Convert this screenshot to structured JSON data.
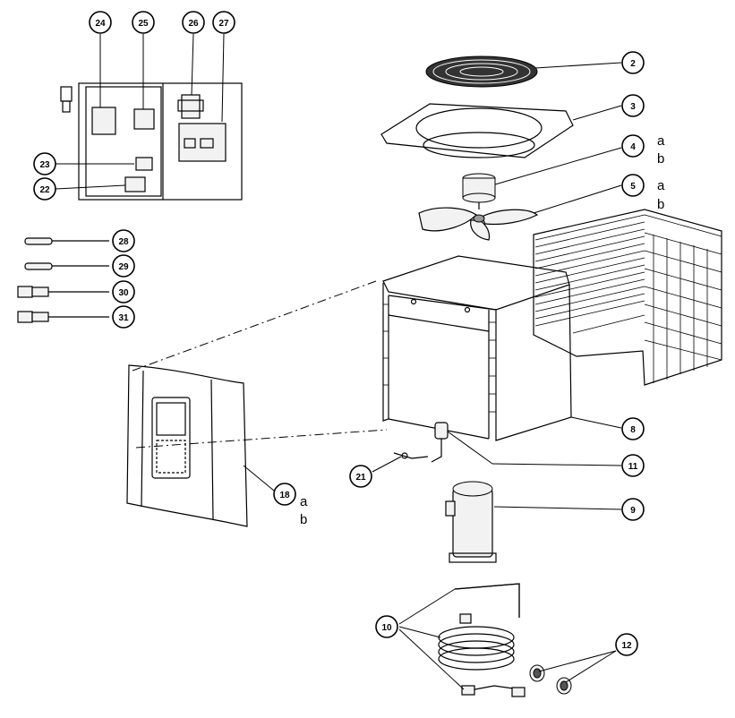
{
  "diagram": {
    "callouts": [
      {
        "id": "c24",
        "label": "24"
      },
      {
        "id": "c25",
        "label": "25"
      },
      {
        "id": "c26",
        "label": "26"
      },
      {
        "id": "c27",
        "label": "27"
      },
      {
        "id": "c23",
        "label": "23"
      },
      {
        "id": "c22",
        "label": "22"
      },
      {
        "id": "c28",
        "label": "28"
      },
      {
        "id": "c29",
        "label": "29"
      },
      {
        "id": "c30",
        "label": "30"
      },
      {
        "id": "c31",
        "label": "31"
      },
      {
        "id": "c2",
        "label": "2"
      },
      {
        "id": "c3",
        "label": "3"
      },
      {
        "id": "c4",
        "label": "4",
        "suffix_a": "a",
        "suffix_b": "b"
      },
      {
        "id": "c5",
        "label": "5",
        "suffix_a": "a",
        "suffix_b": "b"
      },
      {
        "id": "c8",
        "label": "8"
      },
      {
        "id": "c11",
        "label": "11"
      },
      {
        "id": "c21",
        "label": "21"
      },
      {
        "id": "c18",
        "label": "18",
        "suffix_a": "a",
        "suffix_b": "b"
      },
      {
        "id": "c9",
        "label": "9"
      },
      {
        "id": "c10",
        "label": "10"
      },
      {
        "id": "c12",
        "label": "12"
      }
    ]
  }
}
